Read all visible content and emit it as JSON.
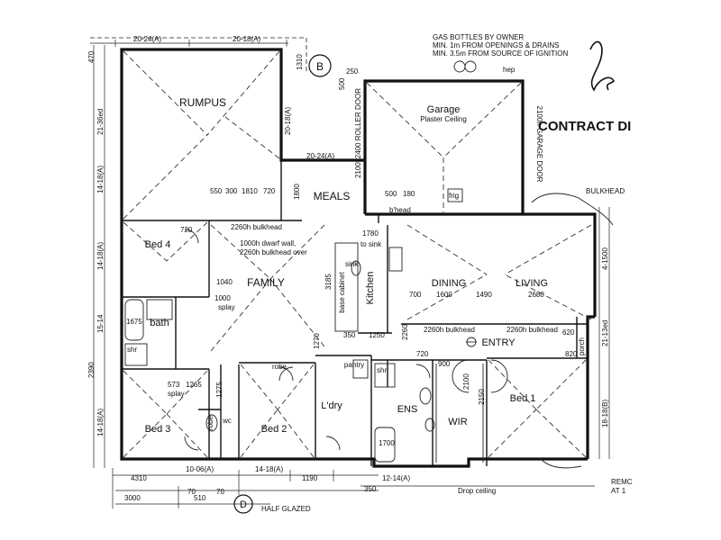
{
  "notes": {
    "gas": [
      "GAS BOTTLES BY OWNER",
      "MIN. 1m FROM OPENINGS & DRAINS",
      "MIN. 3.5m FROM SOURCE OF IGNITION"
    ],
    "contract_stamp": "CONTRACT DI",
    "bulkhead": "BULKHEAD",
    "half_glazed": "HALF GLAZED",
    "drop_ceiling": "Drop ceiling",
    "remote_partial": "REMC",
    "at_partial": "AT 1",
    "section_b": "B",
    "section_d": "D",
    "hws": "hep"
  },
  "rooms": {
    "rumpus": "RUMPUS",
    "garage": "Garage",
    "garage_sub": "Plaster Ceiling",
    "meals": "MEALS",
    "bed4": "Bed 4",
    "family": "FAMILY",
    "kitchen": "Kitchen",
    "dining": "DINING",
    "living": "LIVING",
    "entry": "ENTRY",
    "bed1": "Bed 1",
    "bed3": "Bed 3",
    "bed2": "Bed 2",
    "ldry": "L'dry",
    "ens": "ENS",
    "wir": "WIR",
    "bath": "bath",
    "robe": "robe",
    "pantry": "pantry",
    "porch": "porch",
    "wc": "wc"
  },
  "annotations": {
    "bulkhead_2260_top": "2260h bulkhead",
    "dwarf_wall": "1000h dwarf wall,",
    "bulkhead_over": "2260h bulkhead over",
    "dining_bulkhead": "2260h bulkhead",
    "living_bulkhead": "2260h bulkhead",
    "bhead": "b'head",
    "to_sink": "to sink",
    "base_cabinet": "base cabinet",
    "garage_door": "2100h GARAGE DOOR",
    "roller_door": "2100x2400 ROLLER DOOR",
    "splay": "splay",
    "splay2": "splay",
    "frig": "frig",
    "shr": "shr",
    "sink": "sink"
  },
  "dims": {
    "top_left": "20-24(A)",
    "top_mid": "20-18(A)",
    "d470": "470",
    "d1310": "1310",
    "d500": "500",
    "d250": "250",
    "meals_top": "20-24(A)",
    "d1800": "1800",
    "d550": "550",
    "d300": "300",
    "d1810": "1810",
    "d720a": "720",
    "d720b": "720",
    "d1780": "1780",
    "d500b": "500",
    "d180": "180",
    "d3185": "3185",
    "d1000": "1000",
    "d700": "700",
    "d1600": "1600",
    "d1490": "1490",
    "d2680": "2680",
    "d1270": "1270",
    "d350": "350",
    "d1250": "1250",
    "d720c": "720",
    "d820": "820",
    "d1675": "1675",
    "d573": "573",
    "d1265": "1265",
    "d1275": "1275",
    "d2150": "2150",
    "d1700": "1700",
    "d4310": "4310",
    "bottom_a": "10-06(A)",
    "bottom_b": "14-18(A)",
    "d1190": "1190",
    "d3000": "3000",
    "d70a": "70",
    "d510": "510",
    "d70b": "70",
    "d350b": "350",
    "bottom_c": "12-14(A)",
    "left1": "21-36ed",
    "left2": "14-18(A)",
    "left3": "14-18(A)",
    "left4": "15-14",
    "left5": "14-18(A)",
    "d2390": "2390",
    "right1": "4-1500",
    "right2": "21-13ed",
    "right3": "18-18(B)",
    "mid_vert": "20-18(A)",
    "d1040": "1040",
    "d2100": "2100",
    "d900": "900",
    "d2260": "2260",
    "d620": "620"
  }
}
